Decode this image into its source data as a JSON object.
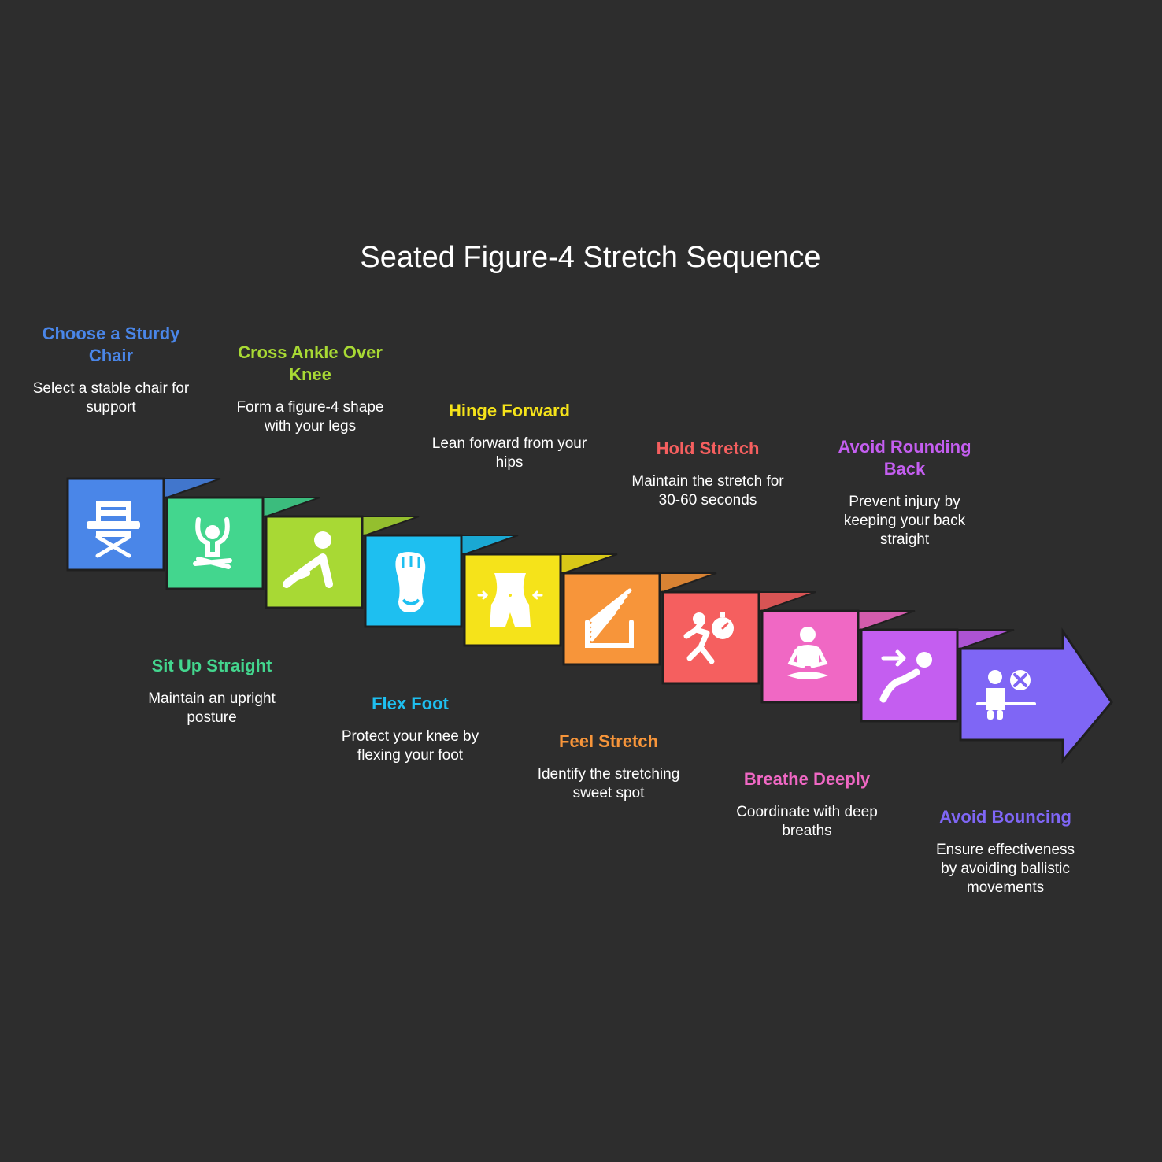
{
  "title": "Seated Figure-4 Stretch Sequence",
  "steps": [
    {
      "title": "Choose a Sturdy Chair",
      "desc": "Select a stable chair for support",
      "color": "#4a86e8",
      "icon": "chair-icon"
    },
    {
      "title": "Sit Up Straight",
      "desc": "Maintain an upright posture",
      "color": "#43d68e",
      "icon": "seated-person-icon"
    },
    {
      "title": "Cross Ankle Over Knee",
      "desc": "Form a figure-4 shape with your legs",
      "color": "#a8d934",
      "icon": "stretching-person-icon"
    },
    {
      "title": "Flex Foot",
      "desc": "Protect your knee by flexing your foot",
      "color": "#1ebff0",
      "icon": "foot-icon"
    },
    {
      "title": "Hinge Forward",
      "desc": "Lean forward from your hips",
      "color": "#f5e31a",
      "icon": "waist-icon"
    },
    {
      "title": "Feel Stretch",
      "desc": "Identify the stretching sweet spot",
      "color": "#f7953a",
      "icon": "stretch-lines-icon"
    },
    {
      "title": "Hold Stretch",
      "desc": "Maintain the stretch for 30-60 seconds",
      "color": "#f55f5f",
      "icon": "runner-timer-icon"
    },
    {
      "title": "Breathe Deeply",
      "desc": "Coordinate with deep breaths",
      "color": "#f068c4",
      "icon": "meditating-person-icon"
    },
    {
      "title": "Avoid Rounding Back",
      "desc": "Prevent injury by keeping your back straight",
      "color": "#c45ef0",
      "icon": "reclining-person-icon"
    },
    {
      "title": "Avoid Bouncing",
      "desc": "Ensure effectiveness by avoiding ballistic movements",
      "color": "#7f66f5",
      "icon": "person-no-bounce-icon"
    }
  ]
}
